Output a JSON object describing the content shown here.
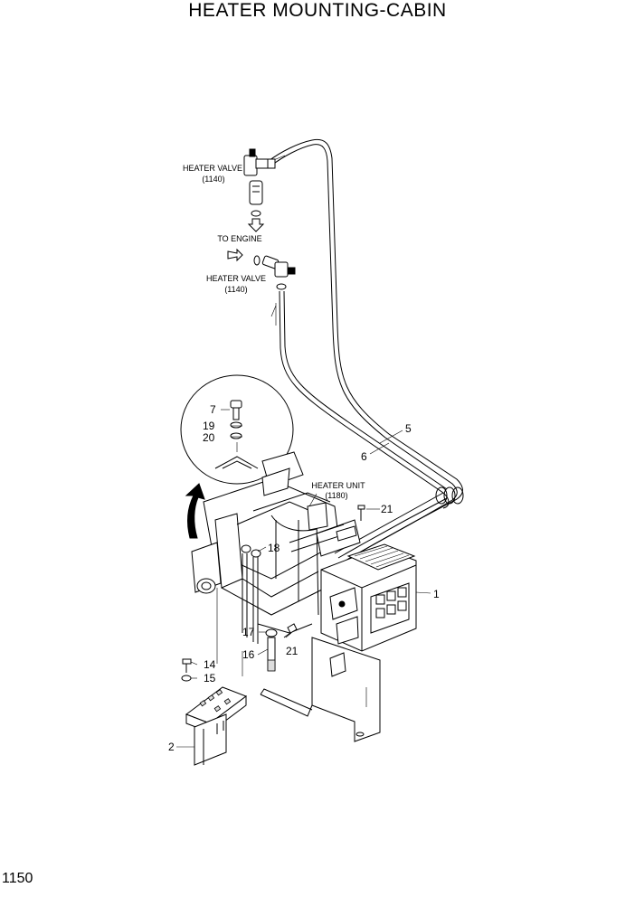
{
  "title": "HEATER MOUNTING-CABIN",
  "page_number": "1150",
  "labels": {
    "heater_valve_top": "HEATER VALVE",
    "heater_valve_top_code": "(1140)",
    "to_engine": "TO ENGINE",
    "heater_valve_bottom": "HEATER VALVE",
    "heater_valve_bottom_code": "(1140)",
    "heater_unit": "HEATER UNIT",
    "heater_unit_code": "(1180)"
  },
  "callouts": [
    "1",
    "2",
    "5",
    "6",
    "7",
    "14",
    "15",
    "16",
    "17",
    "18",
    "19",
    "20",
    "21",
    "21"
  ]
}
